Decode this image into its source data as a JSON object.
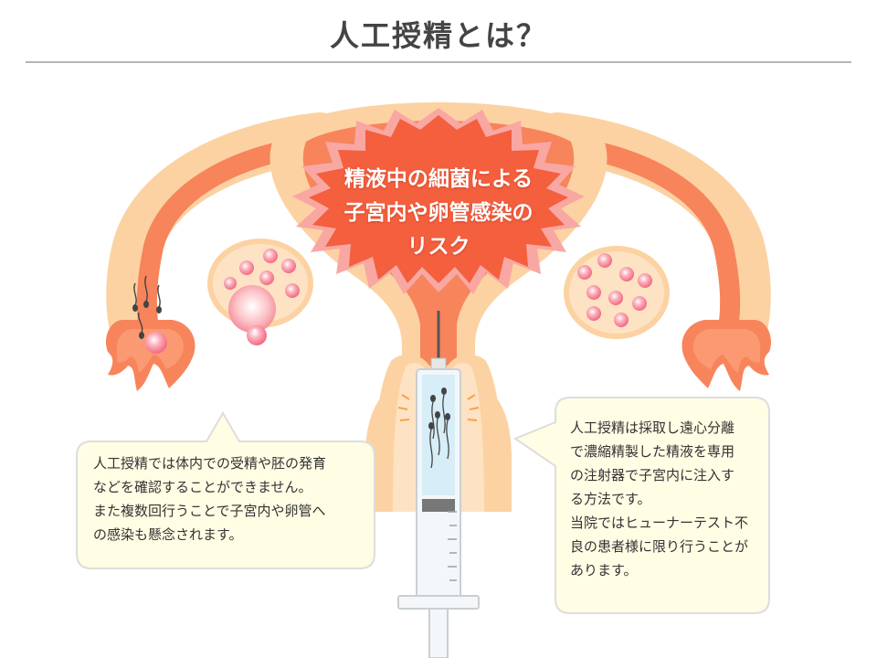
{
  "header": {
    "title": "人工授精とは？"
  },
  "diagram": {
    "burst_lines": [
      "精液中の細菌による",
      "子宮内や卵管感染の",
      "リスク"
    ]
  },
  "notes": {
    "left": {
      "lines": [
        "人工授精では体内での受精や胚の発育",
        "などを確認することができません。",
        "また複数回行うことで子宮内や卵管へ",
        "の感染も懸念されます。"
      ]
    },
    "right": {
      "lines": [
        "人工授精は採取し遠心分離",
        "で濃縮精製した精液を専用",
        "の注射器で子宮内に注入す",
        "る方法です。",
        "当院ではヒューナーテスト不",
        "良の患者様に限り行うことが",
        "あります。"
      ]
    }
  },
  "colors": {
    "uterus_outer": "#fcd2a2",
    "uterus_inner": "#f7845b",
    "burst": "#f45f3e",
    "burst_outer": "#f9a7a3",
    "egg": "#f46d85",
    "note_bg": "#fffde4",
    "note_border": "#dddddd",
    "syringe_liquid": "#d7edf7"
  }
}
